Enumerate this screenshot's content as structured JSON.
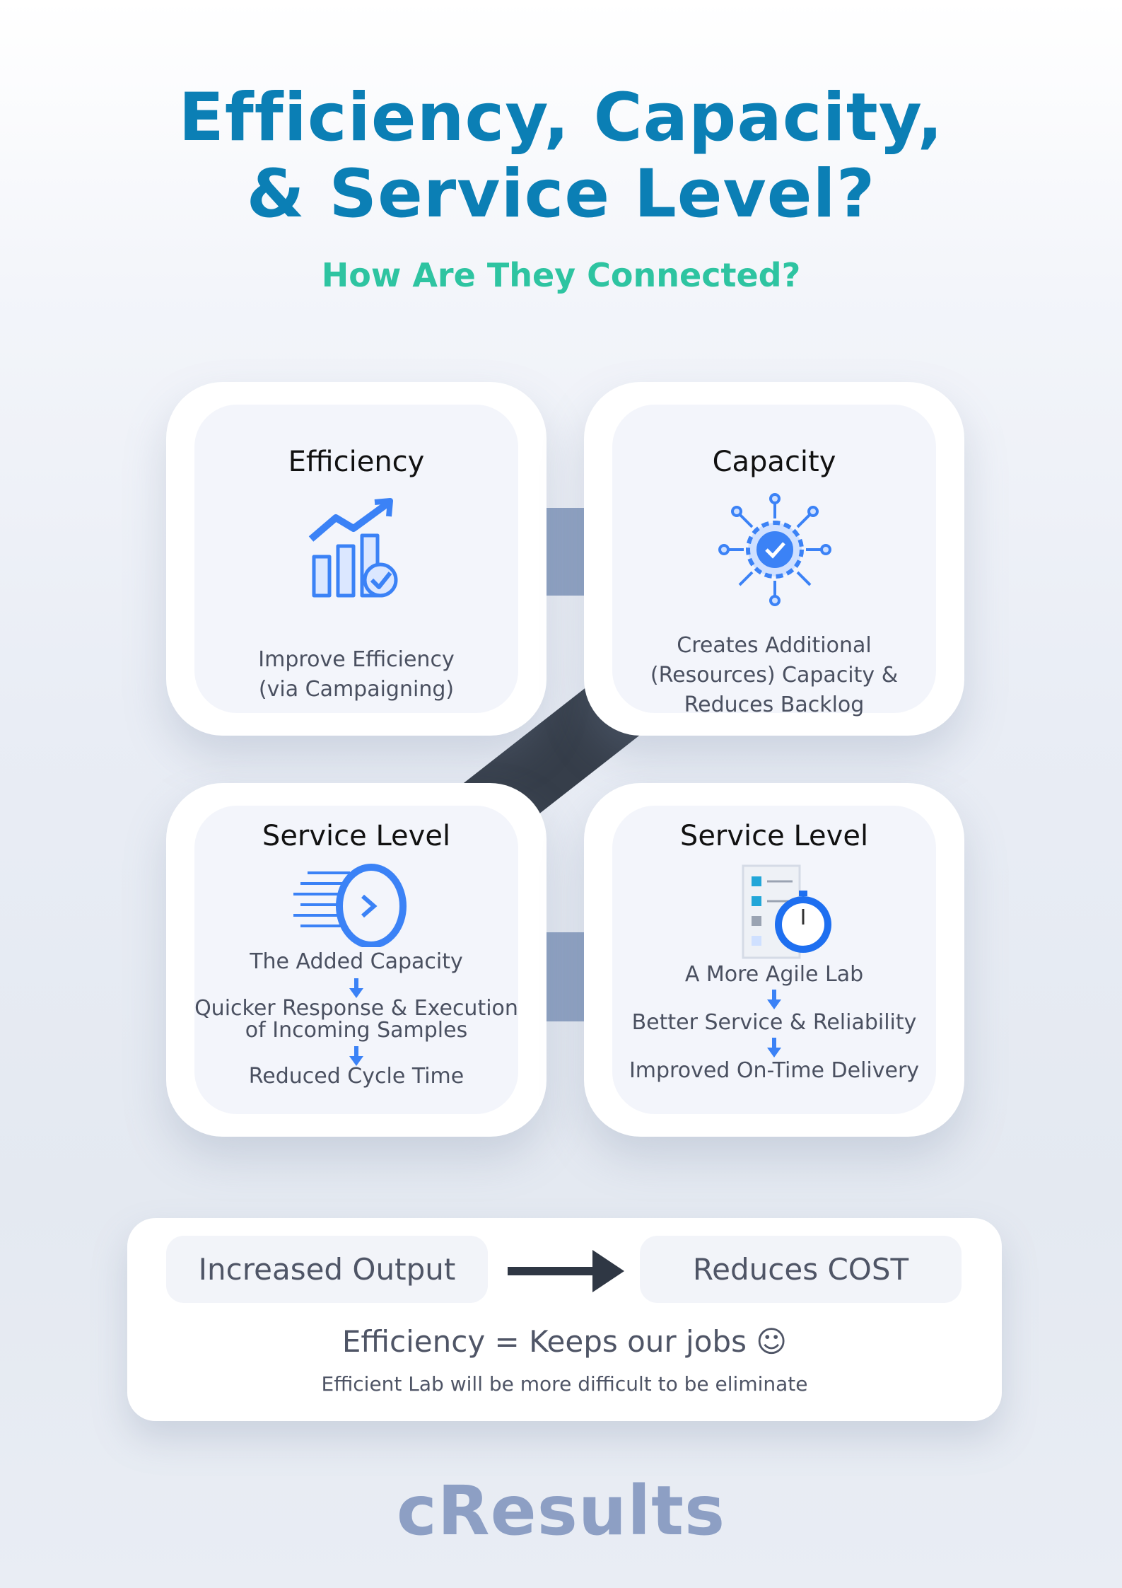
{
  "header": {
    "title_line1": "Efficiency, Capacity,",
    "title_line2": "& Service Level?",
    "subtitle": "How Are They Connected?"
  },
  "cards": [
    {
      "title": "Efficiency",
      "icon": "growth-chart-check-icon",
      "lines": [
        "Improve Efficiency",
        "(via Campaigning)"
      ]
    },
    {
      "title": "Capacity",
      "icon": "gear-network-icon",
      "lines": [
        "Creates Additional",
        "(Resources) Capacity &",
        "Reduces Backlog"
      ]
    },
    {
      "title": "Service Level",
      "icon": "fast-clock-icon",
      "steps": [
        "The Added Capacity",
        "Quicker Response & Execution",
        "of Incoming Samples",
        "Reduced Cycle Time"
      ]
    },
    {
      "title": "Service Level",
      "icon": "checklist-stopwatch-icon",
      "steps": [
        "A More Agile Lab",
        "Better Service & Reliability",
        "Improved On-Time Delivery"
      ]
    }
  ],
  "summary": {
    "left": "Increased Output",
    "right": "Reduces COST",
    "equation": "Efficiency = Keeps our jobs ☺",
    "note": "Efficient Lab will be more difficult to be eliminate"
  },
  "brand": "cResults",
  "colors": {
    "title": "#0b7fb5",
    "subtitle": "#2ec4a1",
    "icon_blue": "#3b82f6",
    "connector": "#8fa2c3",
    "diagonal": "#363e4a"
  }
}
